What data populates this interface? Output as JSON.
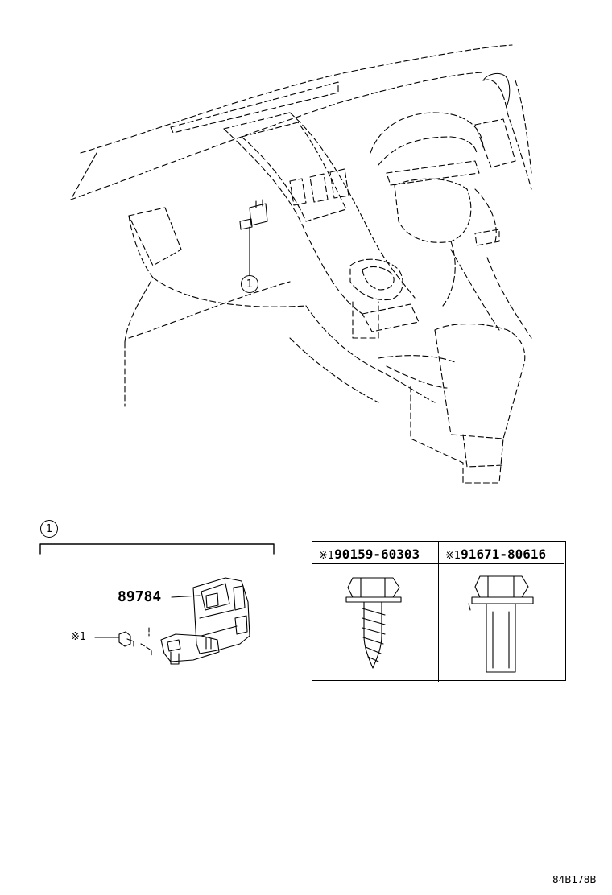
{
  "callout": {
    "number": "1"
  },
  "detail": {
    "part_number": "89784",
    "fastener_ref": "※1"
  },
  "fastener_table": {
    "columns": [
      {
        "mark": "※1",
        "part_number": "90159-60303",
        "type": "tapping-screw"
      },
      {
        "mark": "※1",
        "part_number": "91671-80616",
        "type": "flange-bolt"
      }
    ]
  },
  "diagram_code": "84B178B"
}
